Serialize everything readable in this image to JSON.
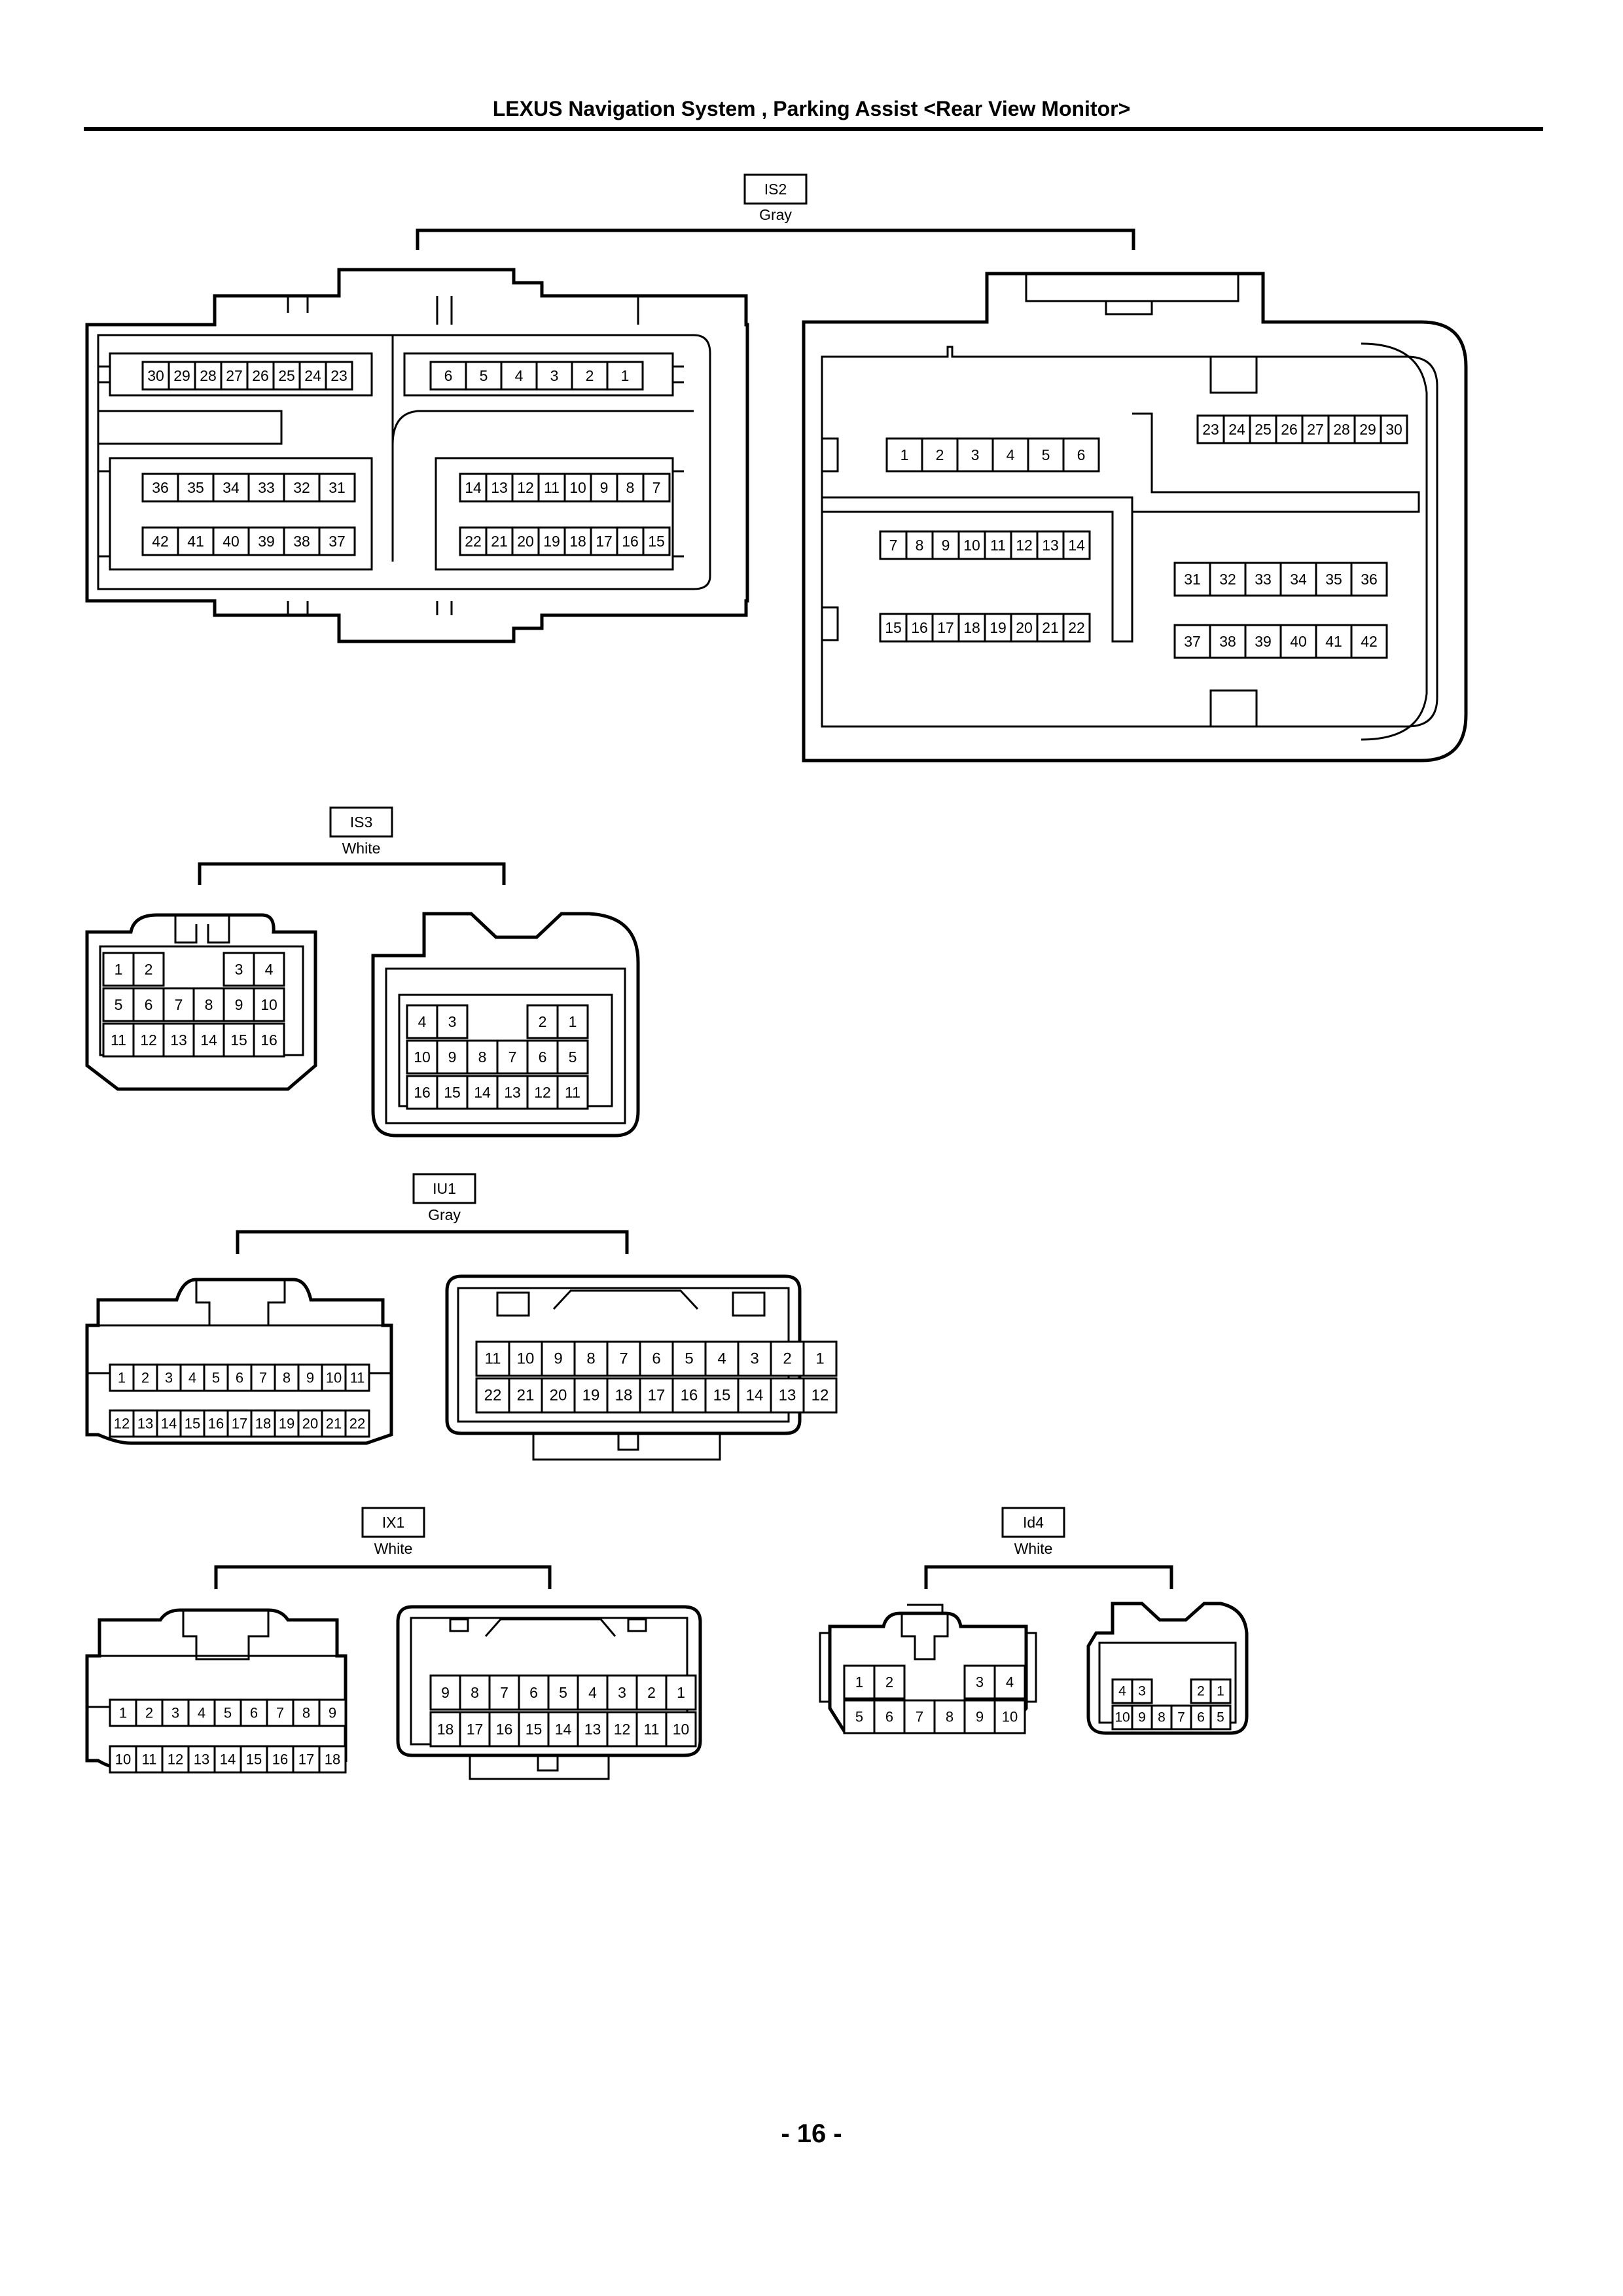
{
  "page": {
    "title": "LEXUS Navigation System , Parking Assist <Rear View Monitor>",
    "page_number": "- 16 -"
  },
  "connectors": [
    {
      "code": "IS2",
      "color": "Gray",
      "views": [
        {
          "rows": [
            [
              "30",
              "29",
              "28",
              "27",
              "26",
              "25",
              "24",
              "23"
            ],
            [
              "6",
              "5",
              "4",
              "3",
              "2",
              "1"
            ],
            [
              "36",
              "35",
              "34",
              "33",
              "32",
              "31"
            ],
            [
              "14",
              "13",
              "12",
              "11",
              "10",
              "9",
              "8",
              "7"
            ],
            [
              "42",
              "41",
              "40",
              "39",
              "38",
              "37"
            ],
            [
              "22",
              "21",
              "20",
              "19",
              "18",
              "17",
              "16",
              "15"
            ]
          ]
        },
        {
          "rows": [
            [
              "23",
              "24",
              "25",
              "26",
              "27",
              "28",
              "29",
              "30"
            ],
            [
              "1",
              "2",
              "3",
              "4",
              "5",
              "6"
            ],
            [
              "7",
              "8",
              "9",
              "10",
              "11",
              "12",
              "13",
              "14"
            ],
            [
              "31",
              "32",
              "33",
              "34",
              "35",
              "36"
            ],
            [
              "15",
              "16",
              "17",
              "18",
              "19",
              "20",
              "21",
              "22"
            ],
            [
              "37",
              "38",
              "39",
              "40",
              "41",
              "42"
            ]
          ]
        }
      ]
    },
    {
      "code": "IS3",
      "color": "White",
      "views": [
        {
          "rows": [
            [
              "1",
              "2",
              "",
              "",
              "3",
              "4"
            ],
            [
              "5",
              "6",
              "7",
              "8",
              "9",
              "10"
            ],
            [
              "11",
              "12",
              "13",
              "14",
              "15",
              "16"
            ]
          ]
        },
        {
          "rows": [
            [
              "4",
              "3",
              "",
              "",
              "2",
              "1"
            ],
            [
              "10",
              "9",
              "8",
              "7",
              "6",
              "5"
            ],
            [
              "16",
              "15",
              "14",
              "13",
              "12",
              "11"
            ]
          ]
        }
      ]
    },
    {
      "code": "IU1",
      "color": "Gray",
      "views": [
        {
          "rows": [
            [
              "1",
              "2",
              "3",
              "4",
              "5",
              "6",
              "7",
              "8",
              "9",
              "10",
              "11"
            ],
            [
              "12",
              "13",
              "14",
              "15",
              "16",
              "17",
              "18",
              "19",
              "20",
              "21",
              "22"
            ]
          ]
        },
        {
          "rows": [
            [
              "11",
              "10",
              "9",
              "8",
              "7",
              "6",
              "5",
              "4",
              "3",
              "2",
              "1"
            ],
            [
              "22",
              "21",
              "20",
              "19",
              "18",
              "17",
              "16",
              "15",
              "14",
              "13",
              "12"
            ]
          ]
        }
      ]
    },
    {
      "code": "IX1",
      "color": "White",
      "views": [
        {
          "rows": [
            [
              "1",
              "2",
              "3",
              "4",
              "5",
              "6",
              "7",
              "8",
              "9"
            ],
            [
              "10",
              "11",
              "12",
              "13",
              "14",
              "15",
              "16",
              "17",
              "18"
            ]
          ]
        },
        {
          "rows": [
            [
              "9",
              "8",
              "7",
              "6",
              "5",
              "4",
              "3",
              "2",
              "1"
            ],
            [
              "18",
              "17",
              "16",
              "15",
              "14",
              "13",
              "12",
              "11",
              "10"
            ]
          ]
        }
      ]
    },
    {
      "code": "Id4",
      "color": "White",
      "views": [
        {
          "rows": [
            [
              "1",
              "2",
              "",
              "",
              "3",
              "4"
            ],
            [
              "5",
              "6",
              "7",
              "8",
              "9",
              "10"
            ]
          ]
        },
        {
          "rows": [
            [
              "4",
              "3",
              "",
              "",
              "2",
              "1"
            ],
            [
              "10",
              "9",
              "8",
              "7",
              "6",
              "5"
            ]
          ]
        }
      ]
    }
  ]
}
